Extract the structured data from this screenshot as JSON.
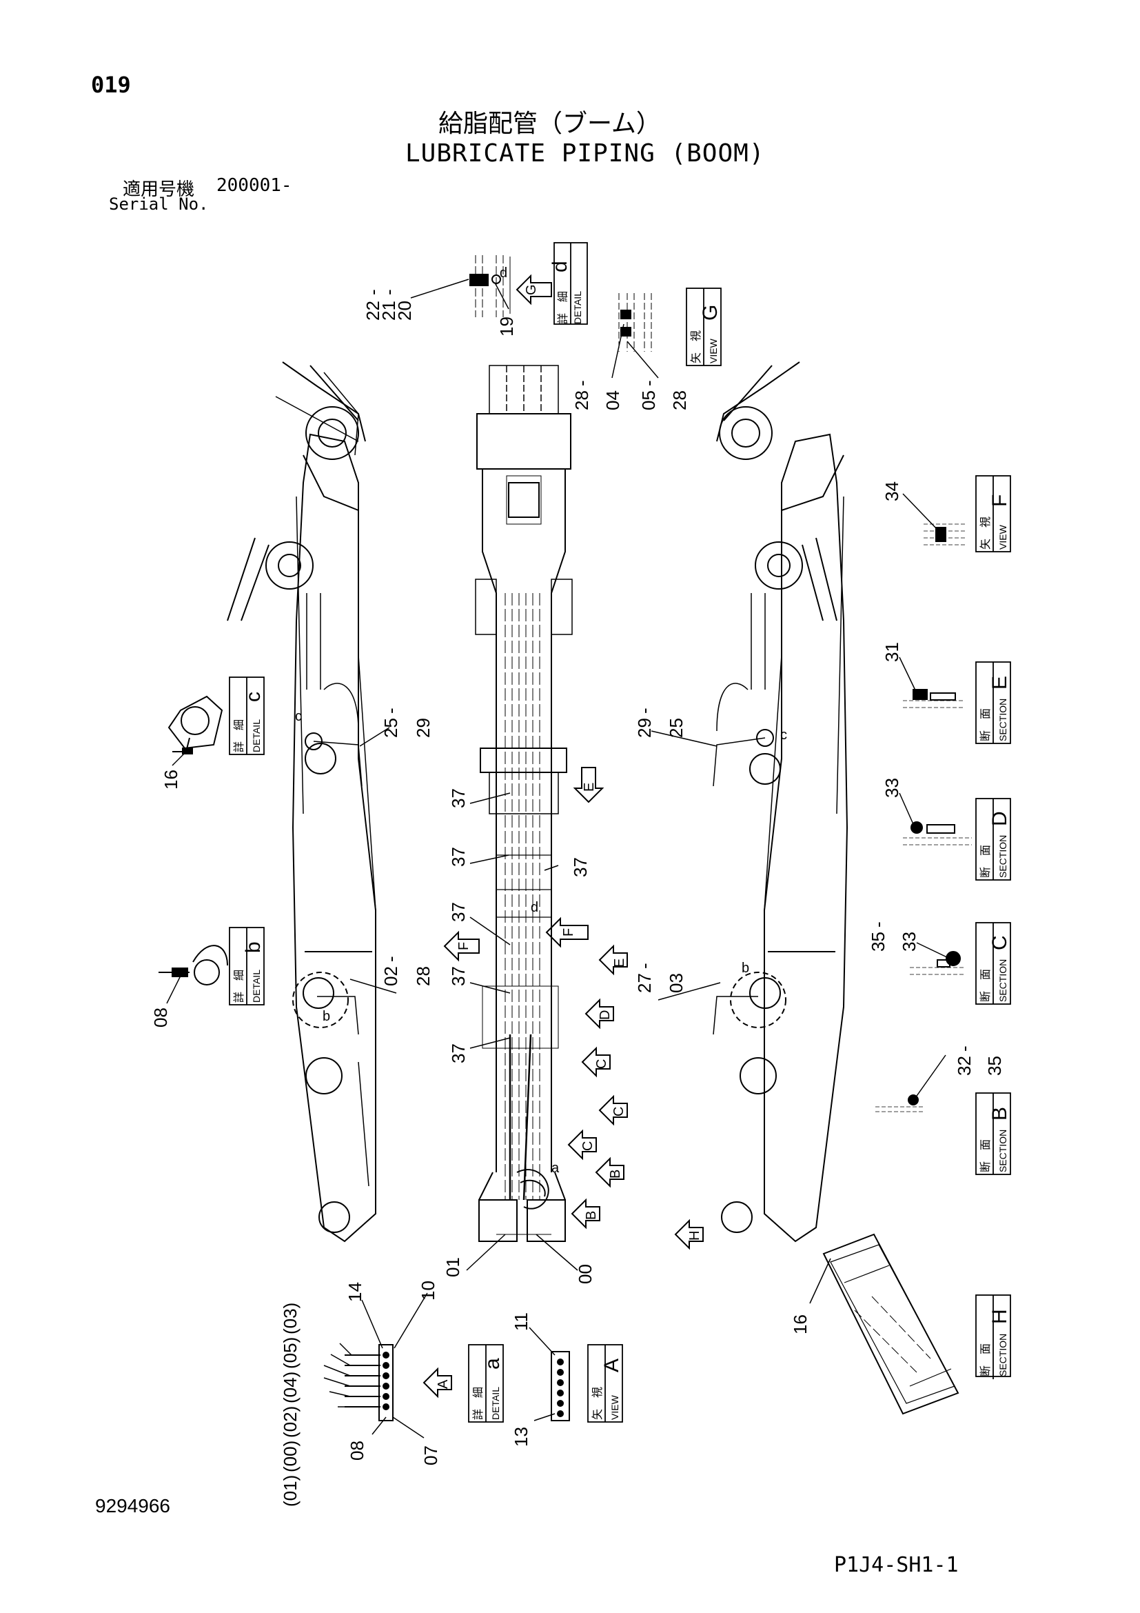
{
  "page": {
    "number": "019",
    "title_jp": "給脂配管（ブーム）",
    "title_en": "LUBRICATE PIPING (BOOM)",
    "serial_label_jp": "適用号機",
    "serial_range": "200001-",
    "serial_label_en": "Serial No.",
    "doc_number": "9294966",
    "sheet_id": "P1J4-SH1-1"
  },
  "labels": {
    "detail_jp": "詳　細",
    "detail_en": "DETAIL",
    "section_jp": "断　面",
    "section_en": "SECTION",
    "view_jp": "矢　視",
    "view_en": "VIEW"
  },
  "callouts": {
    "detail_a": "a",
    "detail_b": "b",
    "detail_c": "c",
    "detail_d": "d",
    "view_a": "A",
    "section_b": "B",
    "section_c": "C",
    "section_d": "D",
    "section_e": "E",
    "view_f": "F",
    "view_g": "G",
    "section_h": "H"
  },
  "parts": {
    "p00": "00",
    "p01": "01",
    "p02": "02",
    "p03": "03",
    "p04": "04",
    "p05": "05",
    "p07": "07",
    "p08": "08",
    "p10": "10",
    "p11": "11",
    "p13": "13",
    "p14": "14",
    "p16": "16",
    "p19": "19",
    "p20": "20",
    "p21": "21",
    "p22": "22",
    "p25": "25",
    "p27": "27",
    "p28": "28",
    "p29": "29",
    "p31": "31",
    "p32": "32",
    "p33": "33",
    "p34": "34",
    "p35": "35",
    "p37": "37",
    "dash": "-",
    "bracket_list": [
      "(01)",
      "(00)",
      "(02)",
      "(04)",
      "(05)",
      "(03)"
    ]
  },
  "colors": {
    "ink": "#000000",
    "paper": "#ffffff"
  }
}
